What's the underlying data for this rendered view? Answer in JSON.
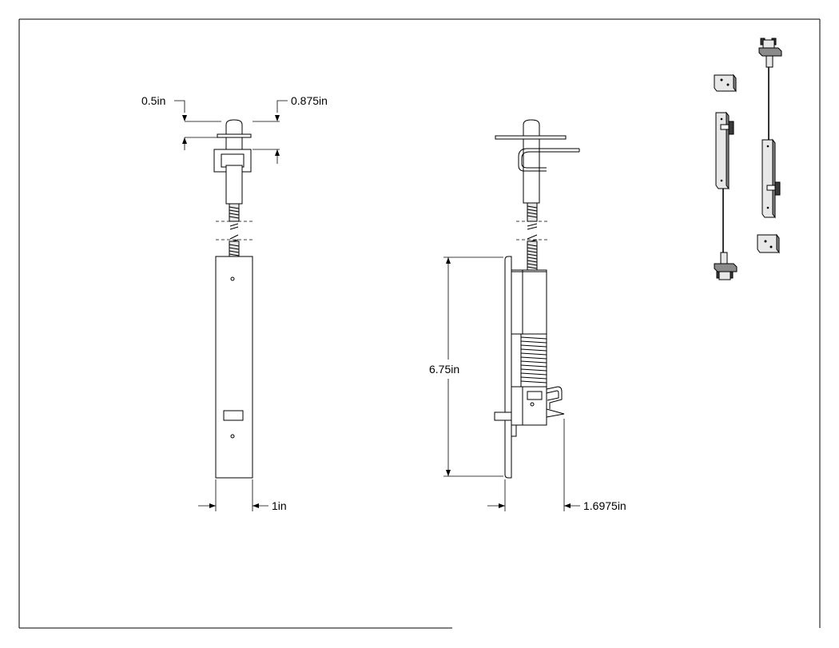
{
  "dimensions": {
    "pin_diameter": "0.5in",
    "head_height": "0.875in",
    "body_width": "1in",
    "body_length": "6.75in",
    "body_depth": "1.6975in"
  },
  "views": [
    "front-view",
    "side-view",
    "isometric-view"
  ]
}
